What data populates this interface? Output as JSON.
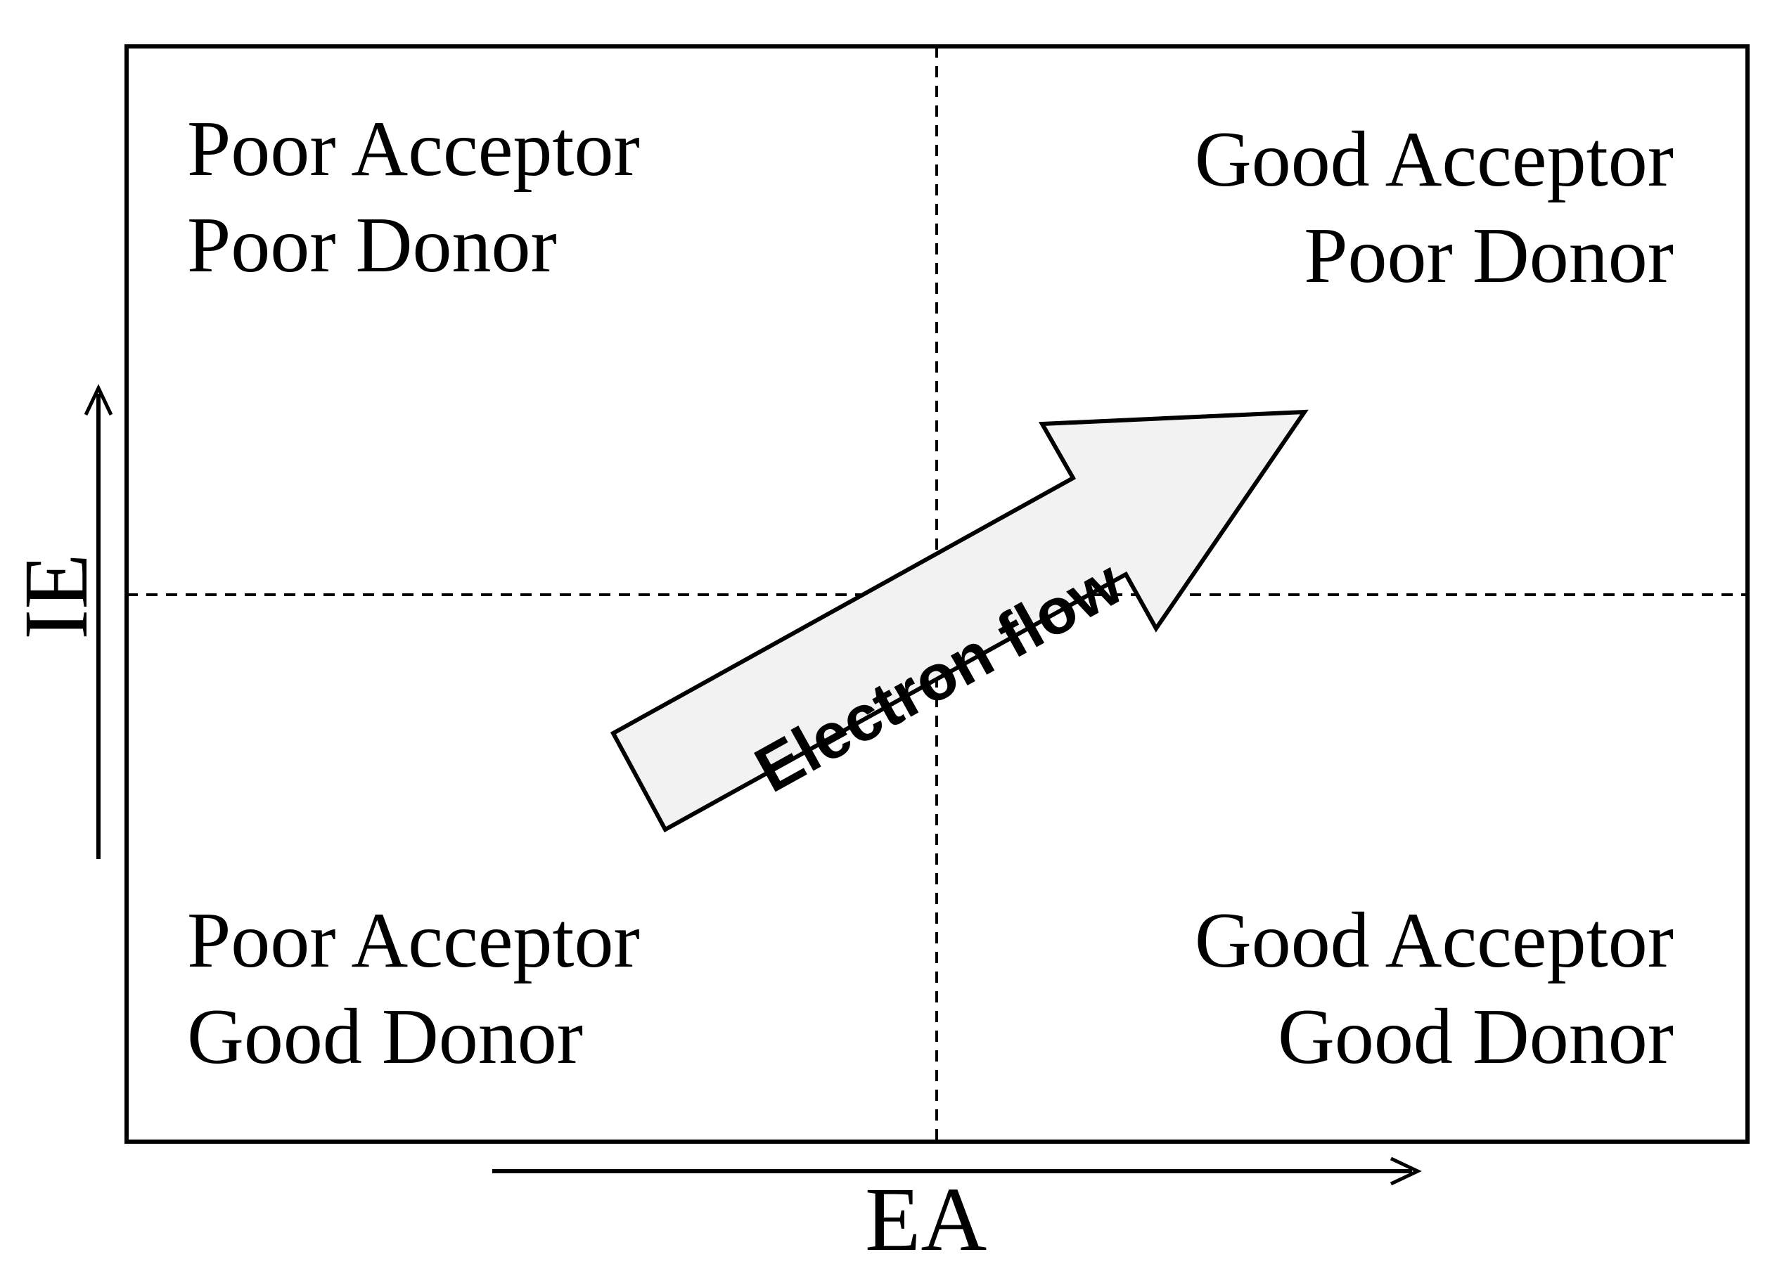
{
  "quadrants": {
    "top_left": {
      "line1": "Poor Acceptor",
      "line2": "Poor Donor"
    },
    "top_right": {
      "line1": "Good Acceptor",
      "line2": "Poor Donor"
    },
    "bottom_left": {
      "line1": "Poor Acceptor",
      "line2": "Good Donor"
    },
    "bottom_right": {
      "line1": "Good Acceptor",
      "line2": "Good Donor"
    }
  },
  "axes": {
    "x_label": "EA",
    "y_label": "IE"
  },
  "arrow": {
    "label": "Electron flow",
    "fill_color": "#f2f2f2"
  },
  "colors": {
    "line": "#000000",
    "background": "#ffffff"
  }
}
